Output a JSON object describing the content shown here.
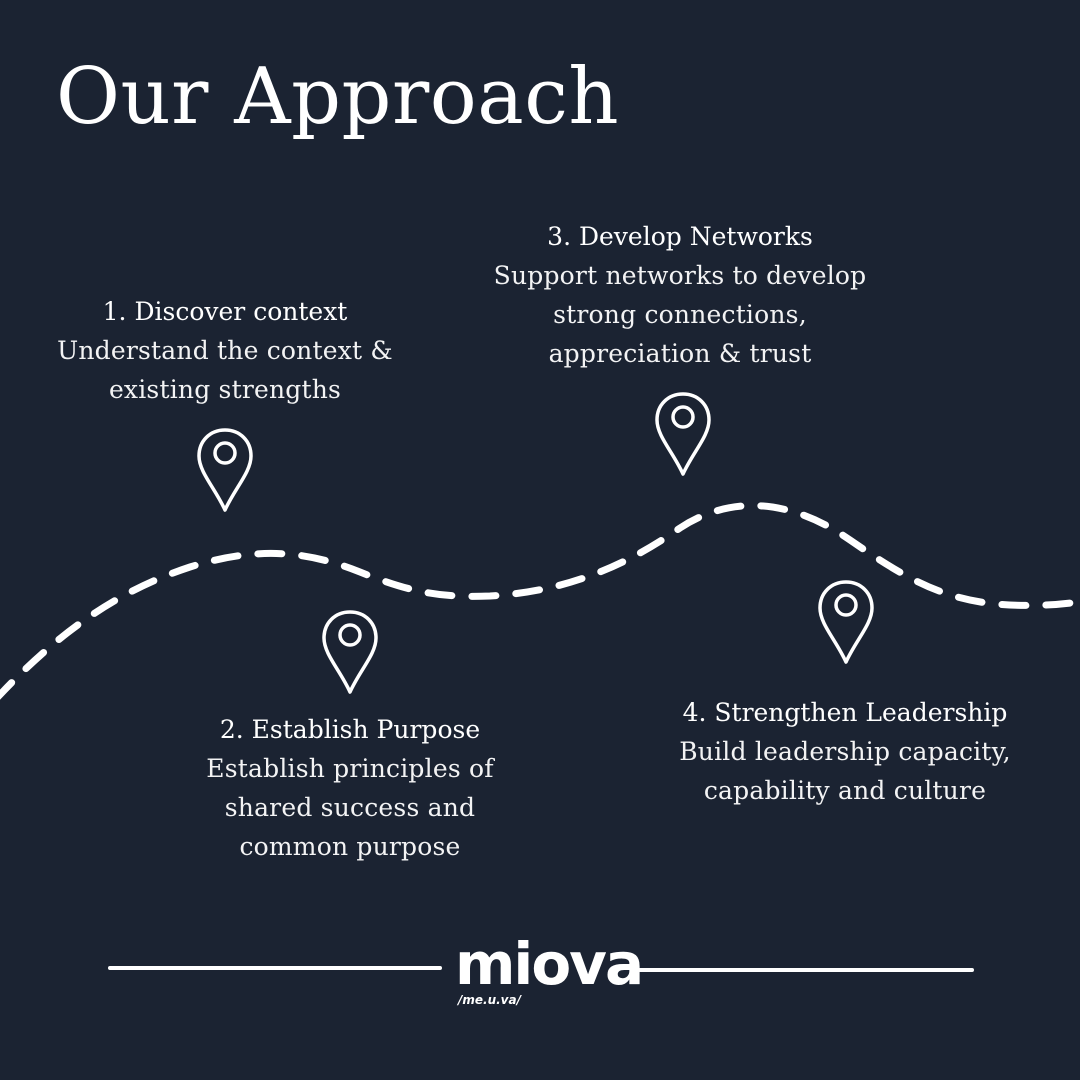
{
  "title": "Our Approach",
  "colors": {
    "background": "#1b2332",
    "foreground": "#ffffff"
  },
  "steps": [
    {
      "heading": "1. Discover context",
      "lines": [
        "Understand the context &",
        "existing strengths"
      ],
      "icon": "map-pin-icon"
    },
    {
      "heading": "2. Establish Purpose",
      "lines": [
        "Establish principles of",
        "shared success and",
        "common purpose"
      ],
      "icon": "map-pin-icon"
    },
    {
      "heading": "3. Develop Networks",
      "lines": [
        "Support networks to develop",
        "strong connections,",
        "appreciation & trust"
      ],
      "icon": "map-pin-icon"
    },
    {
      "heading": "4. Strengthen Leadership",
      "lines": [
        "Build leadership capacity,",
        "capability and culture"
      ],
      "icon": "map-pin-icon"
    }
  ],
  "logo": {
    "word": "miova",
    "pronunciation": "/me.u.va/"
  }
}
